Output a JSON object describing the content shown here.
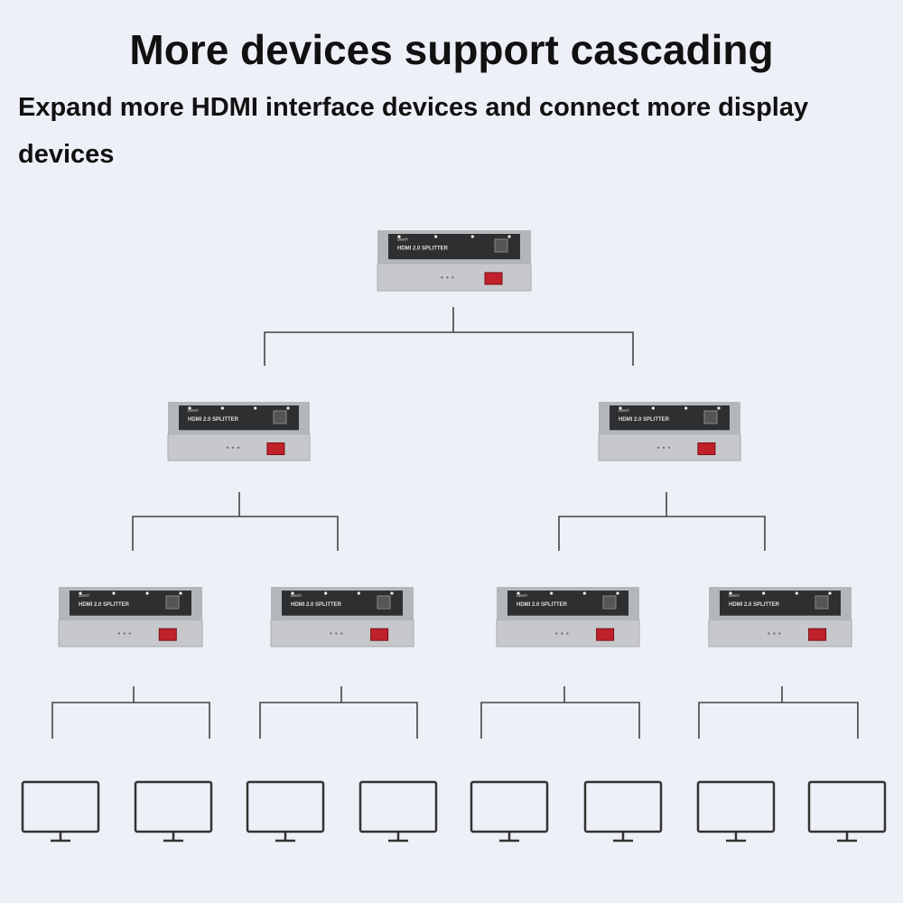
{
  "header": {
    "title": "More devices support cascading",
    "subtitle_line1": "Expand more HDMI interface devices and connect more display",
    "subtitle_line2": "devices"
  },
  "device": {
    "label": "HDMI 2.0 SPLITTER",
    "brand": "Dtech",
    "count": 7
  },
  "monitors": {
    "count": 8
  },
  "colors": {
    "background": "#edf0f6",
    "line": "#444444",
    "device_body": "#b9bcc0",
    "device_panel": "#2e2f31",
    "device_port": "#c0212a"
  }
}
